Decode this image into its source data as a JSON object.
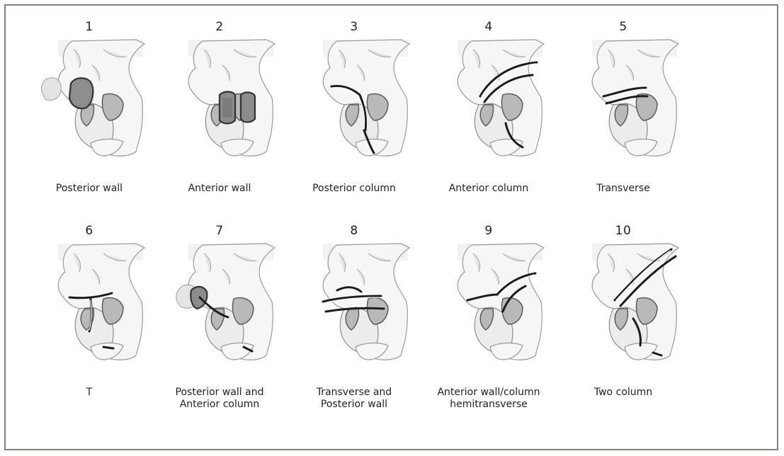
{
  "figure": {
    "items": [
      {
        "number": "1",
        "caption": "Posterior wall"
      },
      {
        "number": "2",
        "caption": "Anterior wall"
      },
      {
        "number": "3",
        "caption": "Posterior column"
      },
      {
        "number": "4",
        "caption": "Anterior column"
      },
      {
        "number": "5",
        "caption": "Transverse"
      },
      {
        "number": "6",
        "caption": "T"
      },
      {
        "number": "7",
        "caption": "Posterior wall and\nAnterior column"
      },
      {
        "number": "8",
        "caption": "Transverse and\nPosterior wall"
      },
      {
        "number": "9",
        "caption": "Anterior wall/column\nhemitransverse"
      },
      {
        "number": "10",
        "caption": "Two column"
      }
    ]
  }
}
